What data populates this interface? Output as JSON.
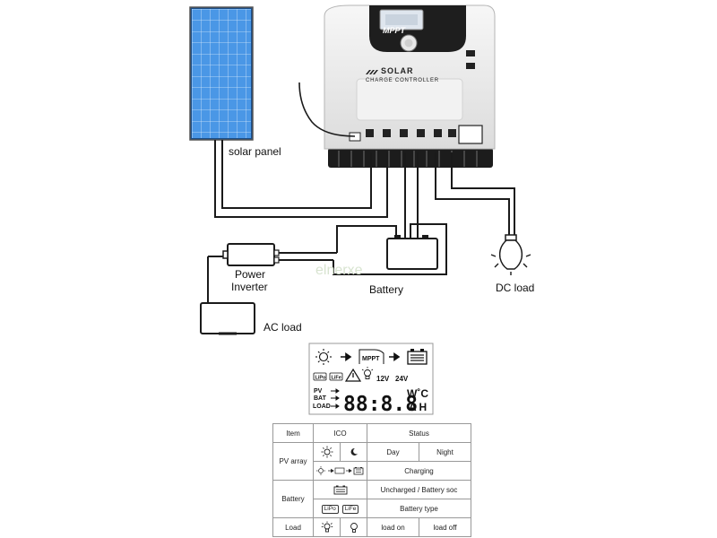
{
  "diagram": {
    "labels": {
      "solar_panel": "solar panel",
      "power_inverter_line1": "Power",
      "power_inverter_line2": "Inverter",
      "battery": "Battery",
      "dc_load": "DC load",
      "ac_load": "AC load",
      "watermark": "elnerxe"
    },
    "controller": {
      "brand_badge": "MPPT",
      "title": "SOLAR",
      "subtitle": "CHARGE CONTROLLER"
    }
  },
  "lcd": {
    "mppt": "MPPT",
    "lipo": "LiPo",
    "life": "LiFe",
    "v12": "12V",
    "v24": "24V",
    "pv": "PV",
    "bat": "BAT",
    "load": "LOAD",
    "digits": "88:8.8",
    "units_top": "W˚C",
    "units_bottom": "A  H"
  },
  "legend_table": {
    "headers": {
      "item": "Item",
      "ico": "ICO",
      "status": "Status"
    },
    "rows": {
      "pv_array": "PV array",
      "day": "Day",
      "night": "Night",
      "charging": "Charging",
      "battery": "Battery",
      "uncharged": "Uncharged / Battery soc",
      "battery_type": "Battery type",
      "lipo": "LiPo",
      "life": "LiFe",
      "load": "Load",
      "load_on": "load on",
      "load_off": "load off"
    }
  },
  "colors": {
    "panel_blue": "#3f8fe0",
    "controller_face": "#ececec",
    "controller_top": "#1e1e1e",
    "lcd_screen": "#dfe6ee"
  }
}
